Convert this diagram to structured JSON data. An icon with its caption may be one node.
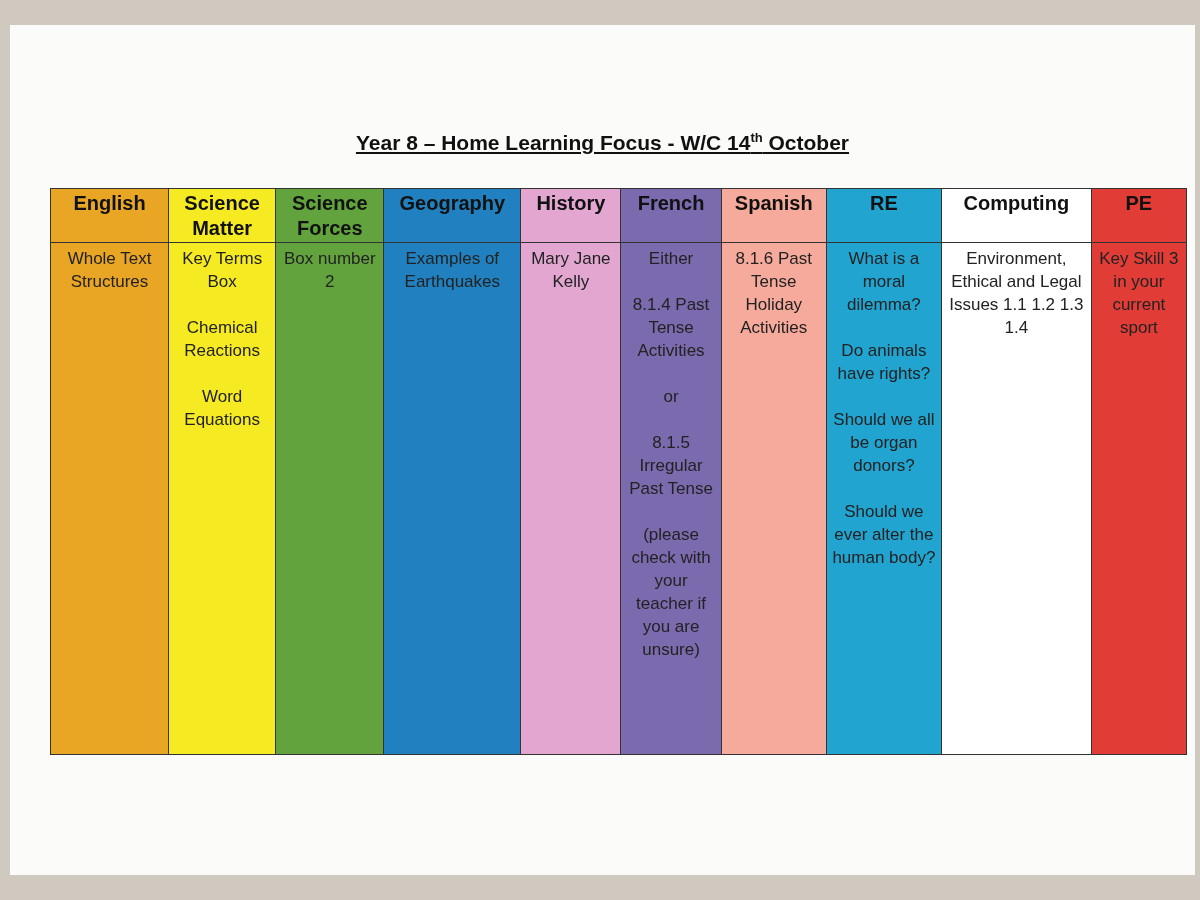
{
  "diagram": {
    "title": "Year 8 – Home Learning Focus - W/C 14$^{th}$ October",
    "nodes": [
      {
        "text": [
          "English",
          "Whole Text Structures"
        ]
      },
      {
        "text": [
          "Science Matter",
          "Key Terms Box",
          "Chemical Reactions",
          "Word Equations"
        ]
      },
      {
        "text": [
          "Science Forces",
          "Box number 2"
        ]
      },
      {
        "text": [
          "Geography",
          "Examples of Earthquakes"
        ]
      },
      {
        "text": [
          "History",
          "Mary Jane Kelly"
        ]
      },
      {
        "text": [
          "French",
          "Either",
          "8.1.4 Past Tense Activities",
          "or",
          "8.1.5 Irregular Past Tense",
          "(please check with your teacher if you are unsure)"
        ]
      },
      {
        "text": [
          "Spanish",
          "8.1.6 Past Tense Holiday Activities"
        ]
      },
      {
        "text": [
          "RE",
          "What is a moral dilemma?",
          "Do animals have rights?",
          "Should we all be organ donors?",
          "Should we ever alter the human body?"
        ]
      },
      {
        "text": [
          "Computing",
          "Environment, Ethical and Legal Issues 1.1 1.2 1.3 1.4"
        ]
      },
      {
        "text": [
          "PE",
          "Key Skill 3 in your current sport"
        ]
      }
    ]
  }
}
